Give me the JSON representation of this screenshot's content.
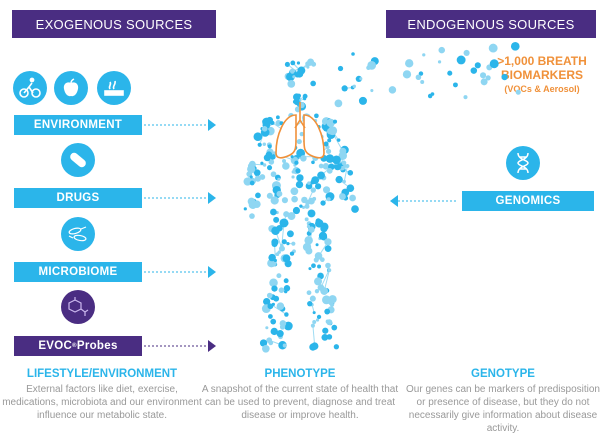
{
  "headers": {
    "exogenous": "EXOGENOUS SOURCES",
    "endogenous": "ENDOGENOUS SOURCES"
  },
  "sources": [
    {
      "label": "ENVIRONMENT",
      "icons": [
        "cycling-icon",
        "apple-icon",
        "cigarette-icon"
      ]
    },
    {
      "label": "DRUGS",
      "icons": [
        "pill-icon"
      ]
    },
    {
      "label": "MICROBIOME",
      "icons": [
        "bacteria-icon"
      ]
    },
    {
      "label": "EVOC",
      "sup": "®",
      "suffix": " Probes",
      "icons": [
        "molecule-icon"
      ]
    }
  ],
  "genomics": {
    "label": "GENOMICS",
    "icon": "dna-icon"
  },
  "biomarkers": {
    "line1": ">1,000 BREATH",
    "line2": "BIOMARKERS",
    "sub": "(VOCs & Aerosol)"
  },
  "columns": [
    {
      "title": "LIFESTYLE/ENVIRONMENT",
      "text": "External factors like diet, exercise, medications, microbiota and our environment influence our metabolic state."
    },
    {
      "title": "PHENOTYPE",
      "text": "A snapshot of the current state of health that can be used to prevent, diagnose and treat disease or improve health."
    },
    {
      "title": "GENOTYPE",
      "text": "Our genes can be markers of predisposition or presence of disease, but they do not necessarily give information about disease activity."
    }
  ],
  "colors": {
    "blue": "#2bb5ea",
    "purple": "#4a2d82",
    "orange": "#f0913a"
  }
}
